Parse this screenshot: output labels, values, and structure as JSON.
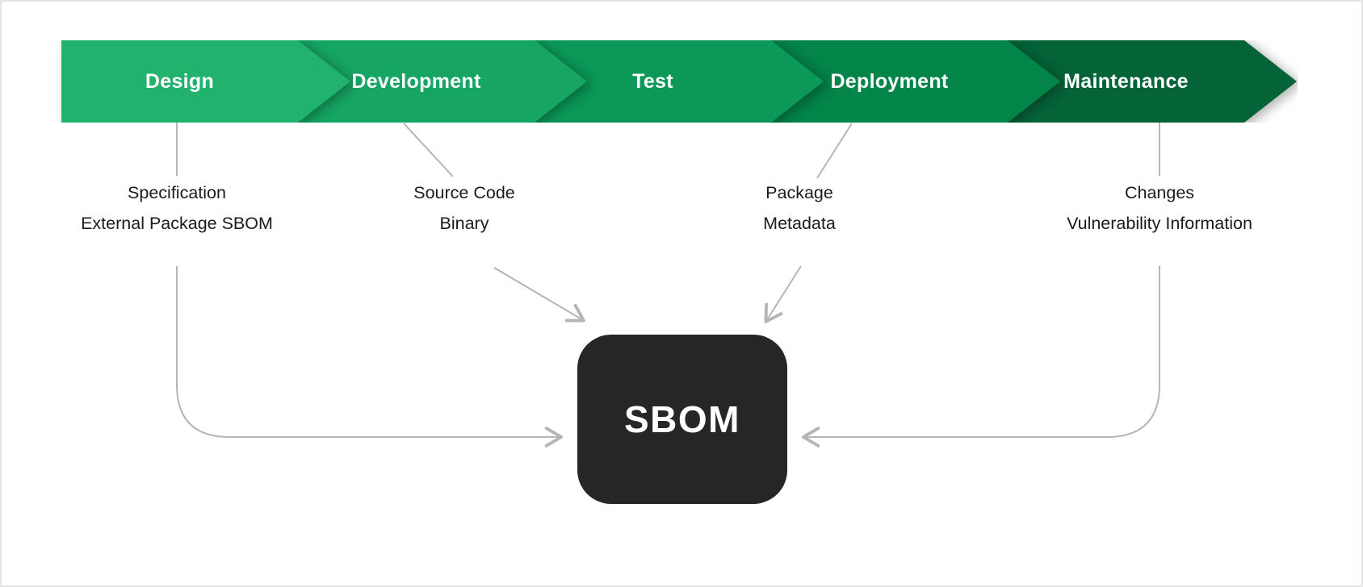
{
  "diagram": {
    "stages": [
      {
        "label": "Design",
        "color": "#21b26d"
      },
      {
        "label": "Development",
        "color": "#16a563"
      },
      {
        "label": "Test",
        "color": "#0b9858"
      },
      {
        "label": "Deployment",
        "color": "#038449"
      },
      {
        "label": "Maintenance",
        "color": "#056338"
      }
    ],
    "artifacts": [
      {
        "line1": "Specification",
        "line2": "External Package SBOM"
      },
      {
        "line1": "Source Code",
        "line2": "Binary"
      },
      {
        "line1": "Package",
        "line2": "Metadata"
      },
      {
        "line1": "Changes",
        "line2": "Vulnerability Information"
      }
    ],
    "sbom": {
      "label": "SBOM",
      "color": "#262626"
    },
    "connector_color": "#b5b5b5",
    "text_color": "#1b1b1b"
  }
}
